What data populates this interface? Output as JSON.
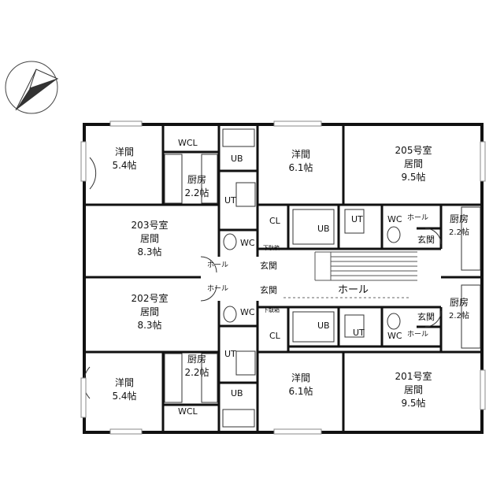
{
  "rooms": {
    "r203": {
      "number": "203号室",
      "type": "居間",
      "size": "8.3帖"
    },
    "r202": {
      "number": "202号室",
      "type": "居間",
      "size": "8.3帖"
    },
    "r205": {
      "number": "205号室",
      "type": "居間",
      "size": "9.5帖"
    },
    "r201": {
      "number": "201号室",
      "type": "居間",
      "size": "9.5帖"
    },
    "w_tl": {
      "type": "洋間",
      "size": "5.4帖"
    },
    "w_bl": {
      "type": "洋間",
      "size": "5.4帖"
    },
    "w_tc": {
      "type": "洋間",
      "size": "6.1帖"
    },
    "w_bc": {
      "type": "洋間",
      "size": "6.1帖"
    }
  },
  "labels": {
    "wcl": "WCL",
    "kitchen": "厨房",
    "kitchen_size": "2.2帖",
    "ub": "UB",
    "ut": "UT",
    "cl": "CL",
    "wc": "WC",
    "hall": "ホール",
    "entrance": "玄関",
    "shoe": "下駄箱"
  },
  "icons": {
    "north_arrow": "north-arrow-icon"
  }
}
